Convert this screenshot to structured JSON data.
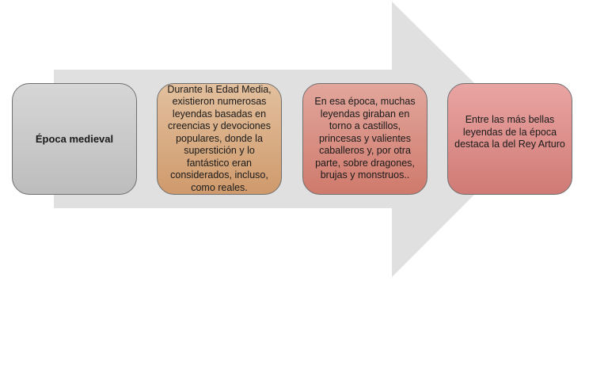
{
  "colors": {
    "arrow": "#e0e0e0",
    "box_1": "#c9c9c9",
    "box_2": "#dba981",
    "box_3": "#d88e82",
    "box_4": "#de918c",
    "border": "#6f6f6f"
  },
  "steps": [
    {
      "text": "Época medieval"
    },
    {
      "text": "Durante la Edad Media, existieron numerosas leyendas basadas en creencias y devociones populares, donde la superstición y lo fantástico eran considerados, incluso, como reales."
    },
    {
      "text": "En esa época, muchas leyendas giraban en torno a castillos, princesas y valientes caballeros y, por otra parte, sobre dragones, brujas y monstruos.."
    },
    {
      "text": "Entre las más bellas leyendas de la época destaca la del Rey Arturo"
    }
  ]
}
